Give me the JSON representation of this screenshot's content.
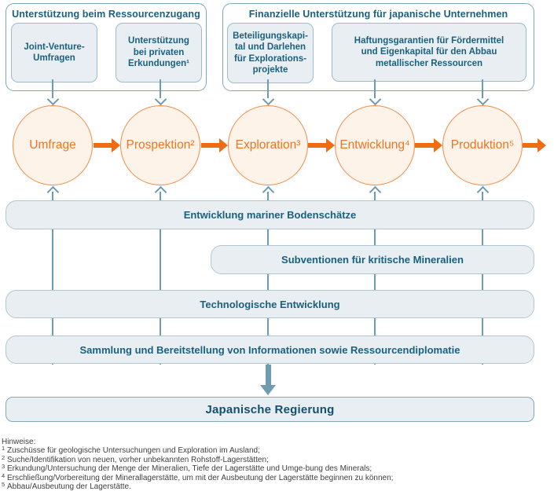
{
  "palette": {
    "dark_teal": "#1a617f",
    "line_teal": "#6d9cb2",
    "panel_fill": "#e9eef2",
    "orange": "#f06c13",
    "circle_border": "#f08c4a",
    "circle_fill": "#fdf3e8",
    "government_text": "#11506e",
    "note_gray": "#3e3e3e"
  },
  "groups": {
    "left": {
      "title": "Unterstützung beim Ressourcenzugang",
      "boxes": [
        "Joint-Venture-\nUmfragen",
        "Unterstützung\nbei privaten\nErkundungen¹"
      ]
    },
    "right": {
      "title": "Finanzielle Unterstützung für japanische Unternehmen",
      "boxes": [
        "Beteiligungskapi-\ntal und Darlehen\nfür Explorations-\nprojekte",
        "Haftungsgarantien für Fördermittel\nund Eigenkapital für den Abbau\nmetallischer Ressourcen"
      ]
    }
  },
  "stages": [
    {
      "label": "Umfrage"
    },
    {
      "label": "Prospektion²"
    },
    {
      "label": "Exploration³"
    },
    {
      "label": "Entwicklung⁴"
    },
    {
      "label": "Produktion⁵"
    }
  ],
  "bars": [
    {
      "label": "Entwicklung mariner Bodenschätze"
    },
    {
      "label": "Subventionen für kritische Mineralien"
    },
    {
      "label": "Technologische Entwicklung"
    },
    {
      "label": "Sammlung und Bereitstellung von Informationen sowie Ressourcendiplomatie"
    }
  ],
  "government": {
    "label": "Japanische Regierung"
  },
  "notes": {
    "heading": "Hinweise:",
    "items": [
      {
        "marker": "1",
        "text": "Zuschüsse für geologische Untersuchungen und Exploration im Ausland;"
      },
      {
        "marker": "2",
        "text": "Suche/Identifikation von neuen, vorher unbekannten Rohstoff-Lagerstätten;"
      },
      {
        "marker": "3",
        "text": "Erkundung/Untersuchung der Menge der Mineralien, Tiefe der Lagerstätte und Umge-bung des Minerals;"
      },
      {
        "marker": "4",
        "text": "Erschließung/Vorbereitung der Minerallagerstätte, um mit der Ausbeutung der Lagerstätte beginnen zu können;"
      },
      {
        "marker": "5",
        "text": "Abbau/Ausbeutung der Lagerstätte."
      }
    ]
  }
}
